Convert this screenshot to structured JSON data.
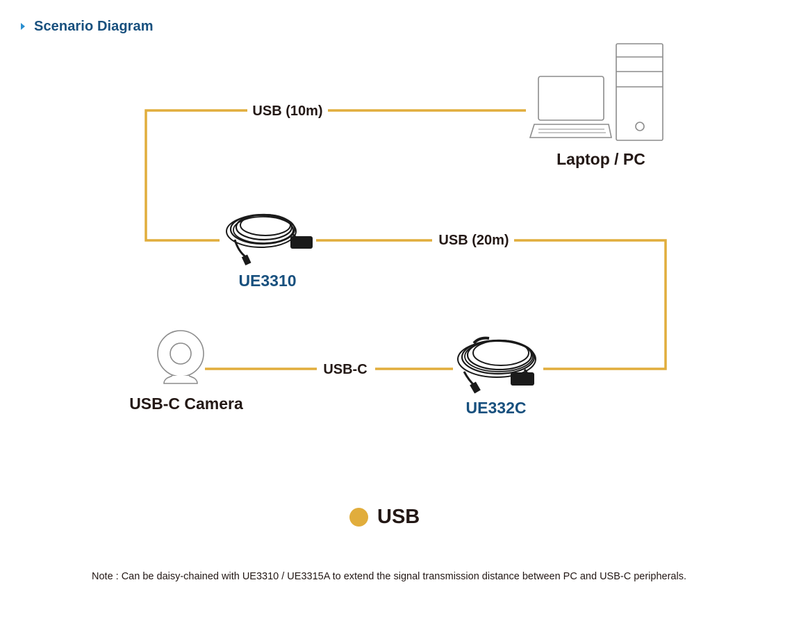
{
  "header": {
    "title": "Scenario Diagram"
  },
  "nodes": {
    "pc": "Laptop / PC",
    "ue3310": "UE3310",
    "ue332c": "UE332C",
    "camera": "USB-C Camera"
  },
  "connections": {
    "pc_to_ue3310": "USB (10m)",
    "ue3310_to_ue332c": "USB (20m)",
    "ue332c_to_camera": "USB-C"
  },
  "legend": {
    "usb": "USB"
  },
  "note": "Note : Can be daisy-chained with UE3310 / UE3315A to extend the signal transmission distance between PC and USB-C peripherals.",
  "colors": {
    "usb_line": "#e1ad3c",
    "product_label": "#18507e",
    "device_label": "#231815",
    "icon_stroke": "#8c8c8c"
  }
}
